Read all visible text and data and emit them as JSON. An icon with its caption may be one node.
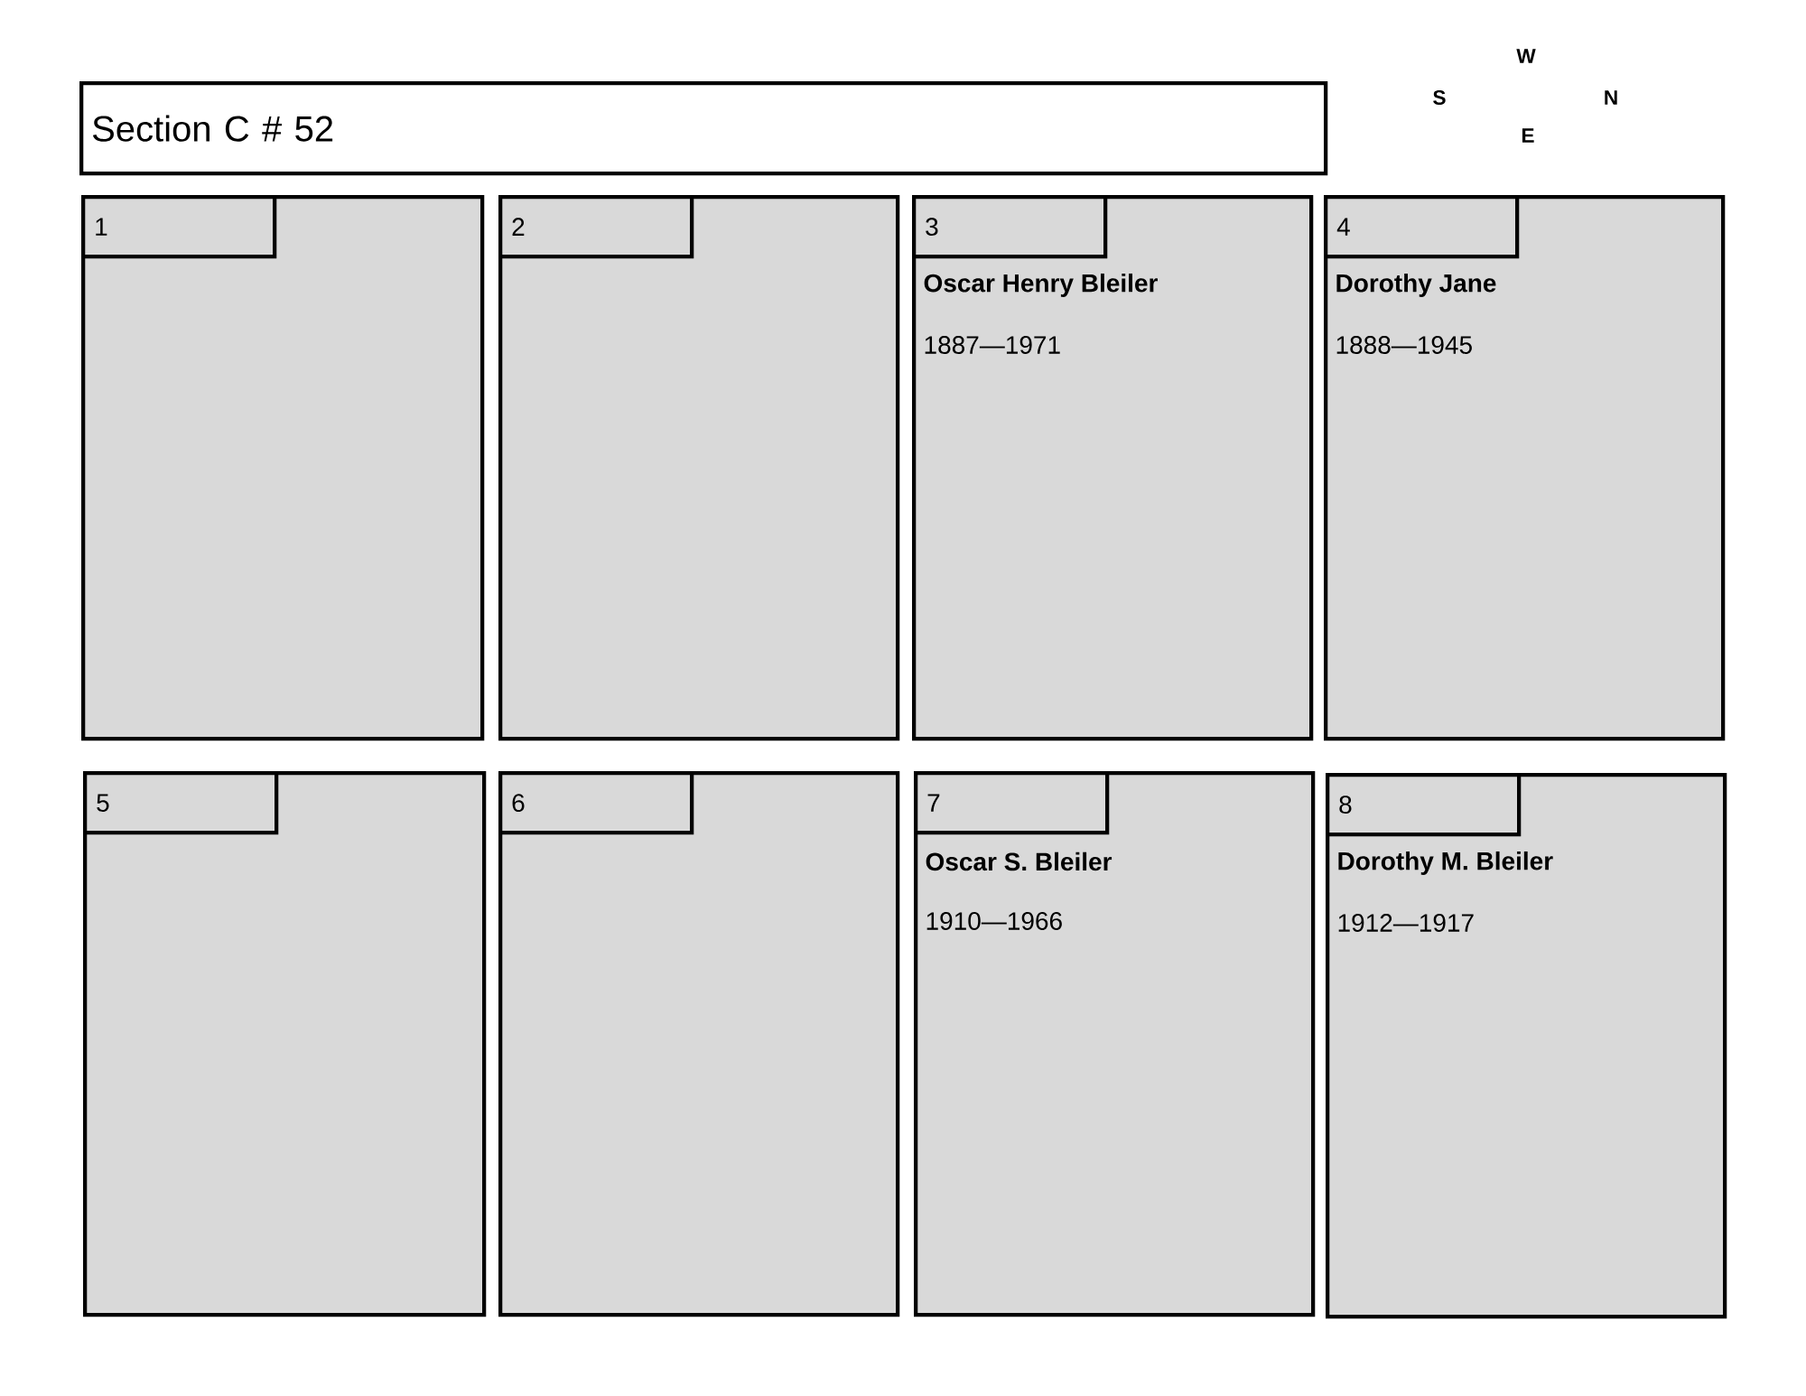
{
  "diagram": {
    "nodes": [
      {
        "text": [
          "Section C # 52"
        ]
      },
      {
        "text": [],
        "shape": "box"
      },
      {
        "text": [
          "1"
        ],
        "in": 1
      },
      {
        "text": [],
        "shape": "box"
      },
      {
        "text": [
          "2"
        ],
        "in": 3
      },
      {
        "text": [
          "Oscar Henry Bleiler",
          "1887—1971"
        ]
      },
      {
        "text": [
          "3"
        ],
        "in": 5
      },
      {
        "text": [
          "Dorothy Jane",
          "1888—1945"
        ]
      },
      {
        "text": [
          "4"
        ],
        "in": 7
      },
      {
        "text": [],
        "shape": "box"
      },
      {
        "text": [
          "5"
        ],
        "in": 9
      },
      {
        "text": [],
        "shape": "box"
      },
      {
        "text": [
          "6"
        ],
        "in": 11
      },
      {
        "text": [
          "Oscar S. Bleiler",
          "1910—1966"
        ]
      },
      {
        "text": [
          "7"
        ],
        "in": 13
      },
      {
        "text": [
          "Dorothy M. Bleiler",
          "1912—1917"
        ]
      },
      {
        "text": [
          "8"
        ],
        "in": 15
      }
    ],
    "labels": [
      "W",
      "S",
      "N",
      "E"
    ]
  }
}
